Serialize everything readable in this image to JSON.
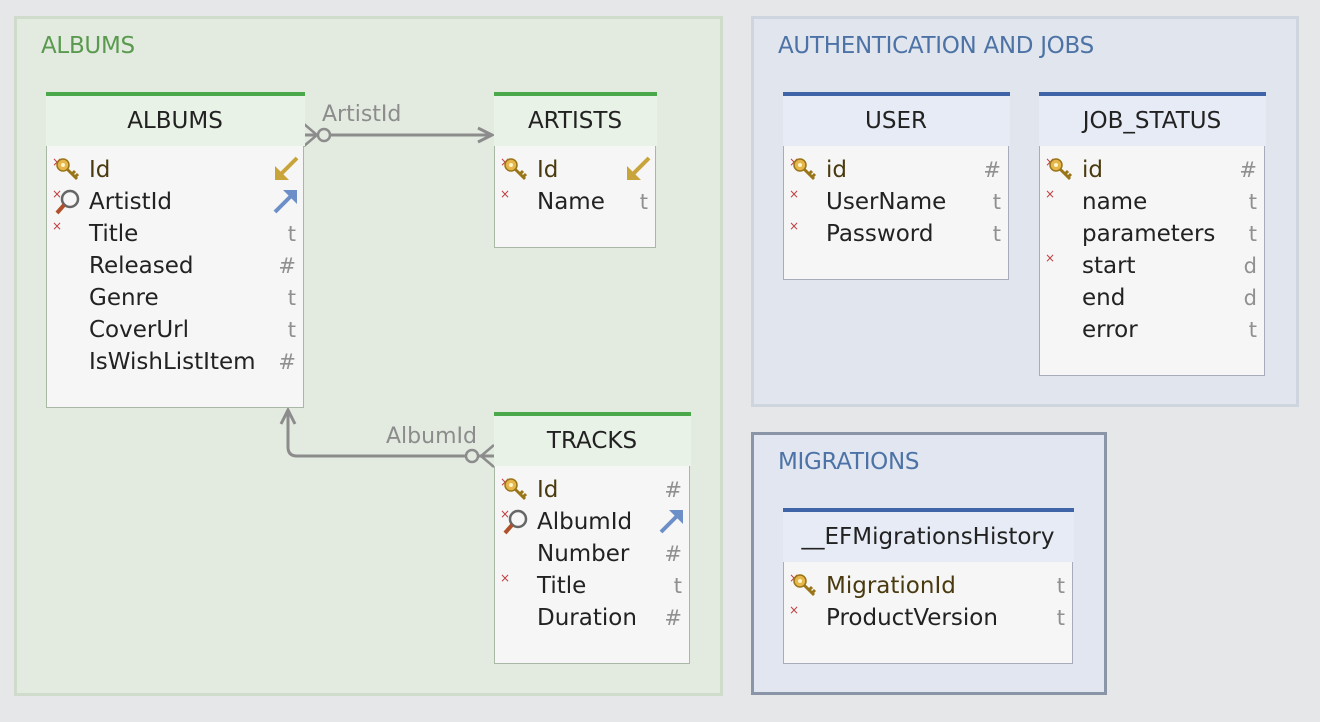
{
  "groups": {
    "albums": {
      "title": "ALBUMS"
    },
    "auth": {
      "title": "AUTHENTICATION AND JOBS"
    },
    "migrations": {
      "title": "MIGRATIONS"
    }
  },
  "entities": {
    "albums": {
      "title": "ALBUMS",
      "fields": [
        {
          "name": "Id",
          "type": "",
          "key": "primary",
          "not_null": true
        },
        {
          "name": "ArtistId",
          "type": "",
          "key": "foreign",
          "not_null": true
        },
        {
          "name": "Title",
          "type": "t",
          "not_null": true
        },
        {
          "name": "Released",
          "type": "#"
        },
        {
          "name": "Genre",
          "type": "t"
        },
        {
          "name": "CoverUrl",
          "type": "t"
        },
        {
          "name": "IsWishListItem",
          "type": "#"
        }
      ]
    },
    "artists": {
      "title": "ARTISTS",
      "fields": [
        {
          "name": "Id",
          "type": "",
          "key": "primary",
          "not_null": true
        },
        {
          "name": "Name",
          "type": "t",
          "not_null": true
        }
      ]
    },
    "tracks": {
      "title": "TRACKS",
      "fields": [
        {
          "name": "Id",
          "type": "#",
          "key": "primary",
          "not_null": true
        },
        {
          "name": "AlbumId",
          "type": "",
          "key": "foreign",
          "not_null": true
        },
        {
          "name": "Number",
          "type": "#"
        },
        {
          "name": "Title",
          "type": "t",
          "not_null": true
        },
        {
          "name": "Duration",
          "type": "#"
        }
      ]
    },
    "user": {
      "title": "USER",
      "fields": [
        {
          "name": "id",
          "type": "#",
          "key": "primary",
          "not_null": true
        },
        {
          "name": "UserName",
          "type": "t",
          "not_null": true
        },
        {
          "name": "Password",
          "type": "t",
          "not_null": true
        }
      ]
    },
    "job_status": {
      "title": "JOB_STATUS",
      "fields": [
        {
          "name": "id",
          "type": "#",
          "key": "primary",
          "not_null": true
        },
        {
          "name": "name",
          "type": "t",
          "not_null": true
        },
        {
          "name": "parameters",
          "type": "t"
        },
        {
          "name": "start",
          "type": "d",
          "not_null": true
        },
        {
          "name": "end",
          "type": "d"
        },
        {
          "name": "error",
          "type": "t"
        }
      ]
    },
    "ef_migrations": {
      "title": "__EFMigrationsHistory",
      "fields": [
        {
          "name": "MigrationId",
          "type": "t",
          "key": "primary",
          "not_null": true
        },
        {
          "name": "ProductVersion",
          "type": "t",
          "not_null": true
        }
      ]
    }
  },
  "relations": [
    {
      "label": "ArtistId",
      "from": "albums",
      "to": "artists"
    },
    {
      "label": "AlbumId",
      "from": "tracks",
      "to": "albums"
    }
  ],
  "colors": {
    "albums_accent": "#4aa84a",
    "auth_accent": "#4064a8",
    "connector": "#8c8c8c"
  }
}
